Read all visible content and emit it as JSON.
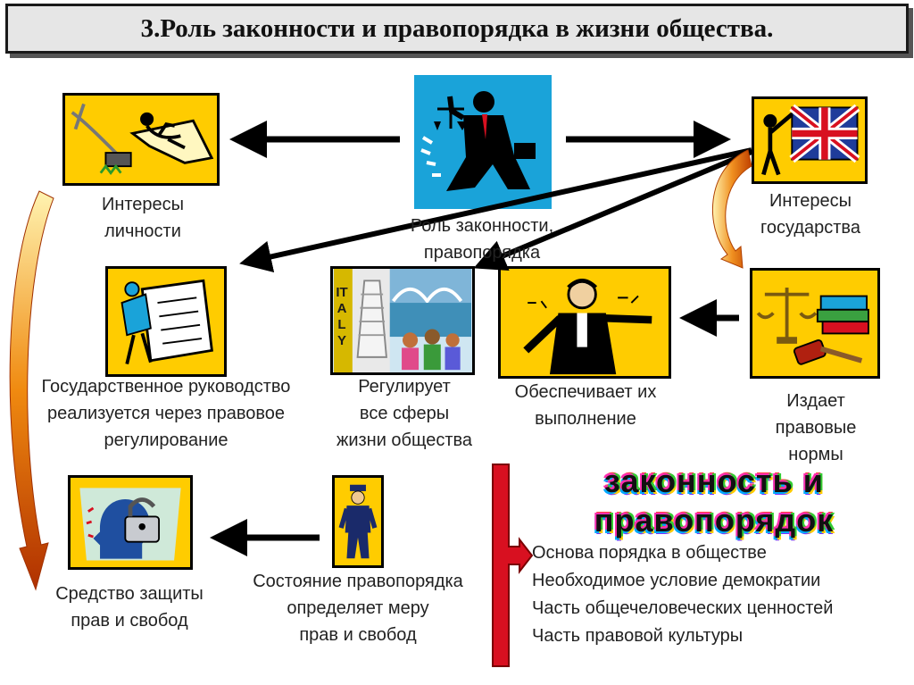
{
  "title": "3.Роль законности и правопорядка в жизни общества.",
  "center_label": [
    "Роль законности,",
    "правопорядка"
  ],
  "nodes": {
    "personal_interests": [
      "Интересы",
      "личности"
    ],
    "state_interests": [
      "Интересы",
      "государства"
    ],
    "state_guidance": [
      "Государственное руководство",
      "реализуется через правовое",
      "регулирование"
    ],
    "regulates": [
      "Регулирует",
      "все сферы",
      "жизни общества"
    ],
    "ensures": [
      "Обеспечивает их",
      "выполнение"
    ],
    "issues_norms": [
      "Издает",
      "правовые",
      "нормы"
    ],
    "protection": [
      "Средство защиты",
      "прав и свобод"
    ],
    "order_state": [
      "Состояние правопорядка",
      "определяет меру",
      "прав и свобод"
    ]
  },
  "wordart": [
    "законность и",
    "правопорядок"
  ],
  "list_items": [
    "Основа порядка в обществе",
    "Необходимое условие демократии",
    "Часть общечеловеческих ценностей",
    "Часть правовой культуры"
  ],
  "image_text": {
    "italy": "ITALY"
  },
  "colors": {
    "picture_bg": "#ffcc00",
    "center_bg": "#1aa3d9",
    "arrow": "#000000",
    "curved_arrow": "#e07010",
    "bracket": "#d81020"
  }
}
